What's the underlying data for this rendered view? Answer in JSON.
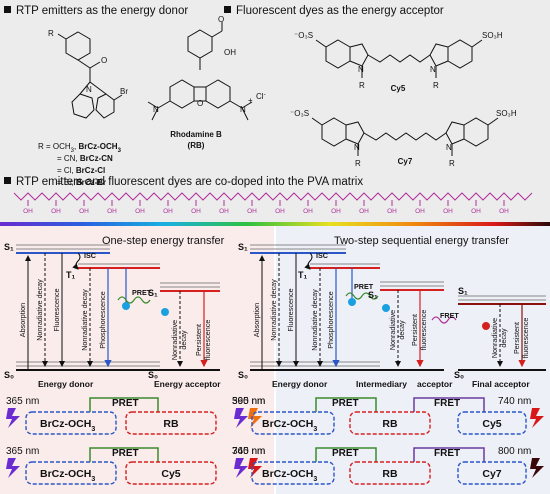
{
  "headers": {
    "donor": "RTP emitters as the energy donor",
    "acceptor": "Fluorescent dyes as the energy acceptor",
    "codoped": "RTP emitters and fluorescent dyes are co-doped into the PVA matrix"
  },
  "donor_struct": {
    "br": "Br",
    "n": "N",
    "r": "R",
    "o": "O",
    "variants": [
      {
        "prefix": "R = OCH",
        "sub": "3",
        "sep": ", ",
        "name": "BrCz-OCH",
        "name_sub": "3"
      },
      {
        "prefix": "= CN, ",
        "name": "BrCz-CN"
      },
      {
        "prefix": "= Cl, ",
        "name": "BrCz-Cl"
      },
      {
        "prefix": "= Br, ",
        "name": "BrCz-Br"
      }
    ]
  },
  "acceptor_struct": {
    "rb_name": "Rhodamine B",
    "rb_abbr": "(RB)",
    "rb_oh": "OH",
    "rb_o": "O",
    "rb_cl": "Cl",
    "rb_minus": "-",
    "n": "N",
    "plus": "+",
    "so3h": "SO₃H",
    "so3": "⁻O₃S",
    "r": "R",
    "cy5": "Cy5",
    "cy7": "Cy7"
  },
  "pva_oh": "OH",
  "left_panel": {
    "title": "One-step energy transfer",
    "s1": "S₁",
    "t1": "T₁",
    "s0": "S₀",
    "s1b": "S₁",
    "s0b": "S₀",
    "isc": "ISC",
    "pret": "PRET",
    "absorption": "Absorption",
    "nonrad": "Nonradiative decay",
    "fluor": "Fluorescence",
    "nonrad2": "Nonradiative decay",
    "phos": "Phosphorescence",
    "nonrad3": "Nonradiative",
    "decay3": "decay",
    "persist": "Persistent",
    "pfluor": "fluorescence",
    "donor_label": "Energy donor",
    "acceptor_label": "Energy acceptor"
  },
  "right_panel": {
    "title": "Two-step sequential energy transfer",
    "s1": "S₁",
    "t1": "T₁",
    "s0": "S₀",
    "s1b": "S₁",
    "s0b": "S₀",
    "s1c": "S₁",
    "s0c": "S₀",
    "isc": "ISC",
    "pret": "PRET",
    "fret": "FRET",
    "absorption": "Absorption",
    "nonrad": "Nonradiative decay",
    "fluor": "Fluorescence",
    "nonrad2": "Nonradiative decay",
    "phos": "Phosphorescence",
    "nonrad3": "Nonradiative",
    "decay3": "decay",
    "persist": "Persistent",
    "pfluor": "fluorescence",
    "nonrad4": "Nonradiative",
    "decay4": "decay",
    "persist2": "Persistent",
    "pfluor2": "fluorescence",
    "donor_label": "Energy donor",
    "intermediary_label": "Intermediary",
    "acceptor_label": "acceptor",
    "final_label": "Final acceptor"
  },
  "schemes": [
    {
      "excite": "365 nm",
      "donor": "BrCz-OCH",
      "donor_sub": "3",
      "transfer": "PRET",
      "acceptor": "RB",
      "emit": "590 nm"
    },
    {
      "excite": "365 nm",
      "donor": "BrCz-OCH",
      "donor_sub": "3",
      "transfer": "PRET",
      "acceptor": "Cy5",
      "emit": "740 nm"
    },
    {
      "excite": "365 nm",
      "donor": "BrCz-OCH",
      "donor_sub": "3",
      "transfer1": "PRET",
      "mid": "RB",
      "transfer2": "FRET",
      "acceptor": "Cy5",
      "emit": "740 nm"
    },
    {
      "excite": "365 nm",
      "donor": "BrCz-OCH",
      "donor_sub": "3",
      "transfer1": "PRET",
      "mid": "RB",
      "transfer2": "FRET",
      "acceptor": "Cy7",
      "emit": "800 nm"
    }
  ],
  "colors": {
    "top_bg": "#ececec",
    "left_bg": "#fbecec",
    "right_bg": "#eef0f8",
    "green": "#3a8a2e",
    "purple": "#6a3aa0",
    "blue": "#2a56c8",
    "red": "#d62020",
    "magenta": "#b0309a",
    "cyan": "#1aa0e0"
  }
}
